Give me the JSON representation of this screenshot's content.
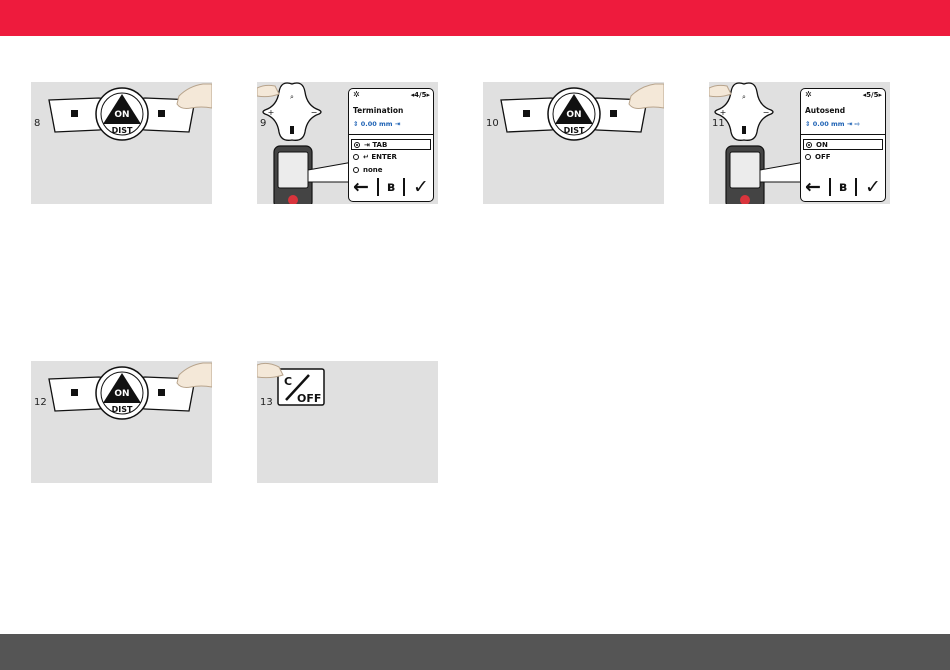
{
  "colors": {
    "top_bar": "#ee1b3d",
    "bottom_bar": "#555555",
    "panel_bg": "#e0e0e0",
    "accent_blue": "#1f63b5"
  },
  "steps": [
    {
      "number": "8",
      "keypad": {
        "center_top": "ON",
        "center_bottom": "DIST"
      }
    },
    {
      "number": "9",
      "screen": {
        "pager": "◂4/5▸",
        "title": "Termination",
        "measurement": "0.00 mm",
        "options": [
          {
            "label": "TAB",
            "selected": true
          },
          {
            "label": "ENTER",
            "selected": false
          },
          {
            "label": "none",
            "selected": false
          }
        ]
      }
    },
    {
      "number": "10",
      "keypad": {
        "center_top": "ON",
        "center_bottom": "DIST"
      }
    },
    {
      "number": "11",
      "screen": {
        "pager": "◂5/5▸",
        "title": "Autosend",
        "measurement": "0.00 mm",
        "options": [
          {
            "label": "ON",
            "selected": true
          },
          {
            "label": "OFF",
            "selected": false
          }
        ]
      }
    },
    {
      "number": "12",
      "keypad": {
        "center_top": "ON",
        "center_bottom": "DIST"
      }
    },
    {
      "number": "13",
      "key": {
        "top": "C",
        "bottom": "OFF"
      }
    }
  ]
}
